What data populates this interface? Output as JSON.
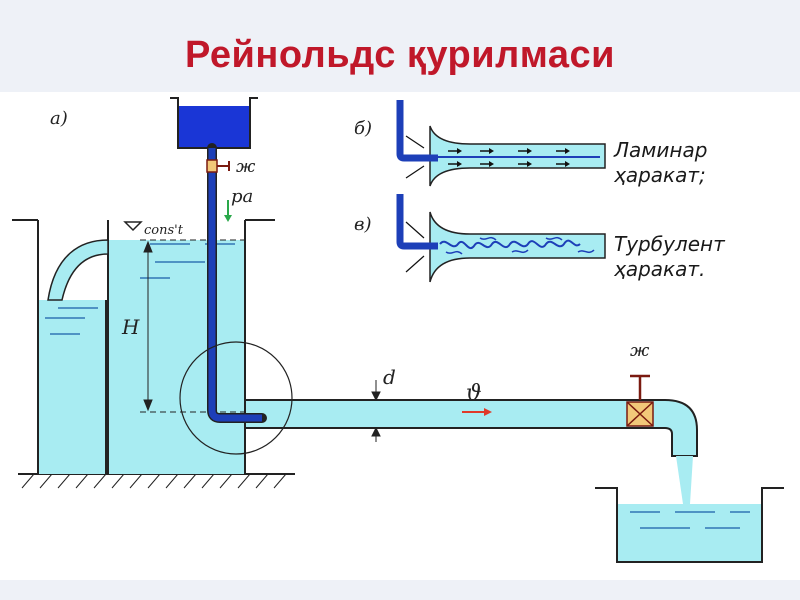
{
  "title": "Рейнольдс қурилмаси",
  "labels": {
    "a": "а)",
    "b": "б)",
    "v": "в)",
    "valve_top": "ж",
    "valve_bottom": "ж",
    "pa": "pa",
    "const": "cons't",
    "H": "H",
    "d": "d",
    "velocity": "ϑ"
  },
  "notes": {
    "laminar": "Ламинар ҳаракат;",
    "turbulent": "Турбулент ҳаракат."
  },
  "colors": {
    "water": "#a8ecf2",
    "tube": "#1d3fb8",
    "tank": "#1a36d6",
    "valve": "#f2c879",
    "arrow": "#e03a2a",
    "title": "#c0182a"
  }
}
